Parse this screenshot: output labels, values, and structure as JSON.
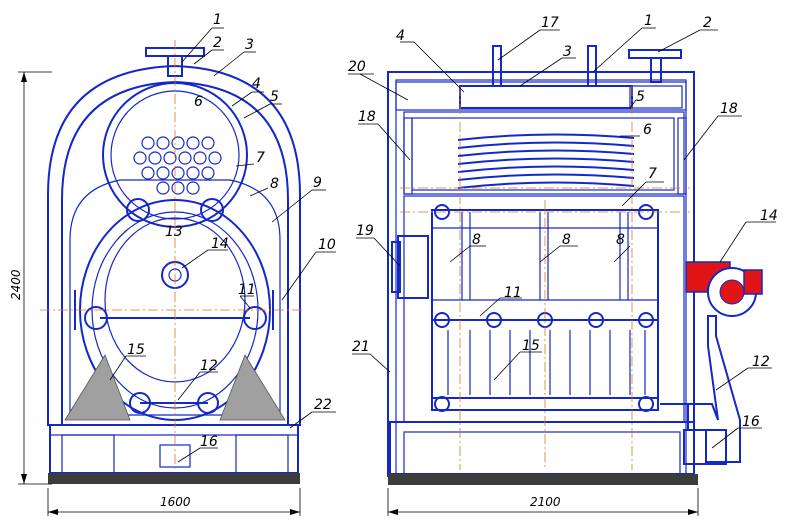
{
  "drawing": {
    "dimensions": {
      "front_height": "2400",
      "front_width": "1600",
      "side_width": "2100"
    },
    "front_view": {
      "labels": [
        "1",
        "2",
        "3",
        "4",
        "5",
        "6",
        "7",
        "8",
        "9",
        "10",
        "11",
        "12",
        "13",
        "14",
        "15",
        "16",
        "22"
      ]
    },
    "side_view": {
      "labels": [
        "17",
        "1",
        "2",
        "4",
        "3",
        "20",
        "5",
        "18",
        "6",
        "18",
        "7",
        "19",
        "8",
        "8",
        "8",
        "14",
        "11",
        "21",
        "15",
        "12",
        "16"
      ]
    },
    "colors": {
      "outline": "#1428c8",
      "brick": "#f6dcc2",
      "burner": "#e01414",
      "base": "#3c3c3c",
      "support": "#a0a0a0"
    }
  }
}
